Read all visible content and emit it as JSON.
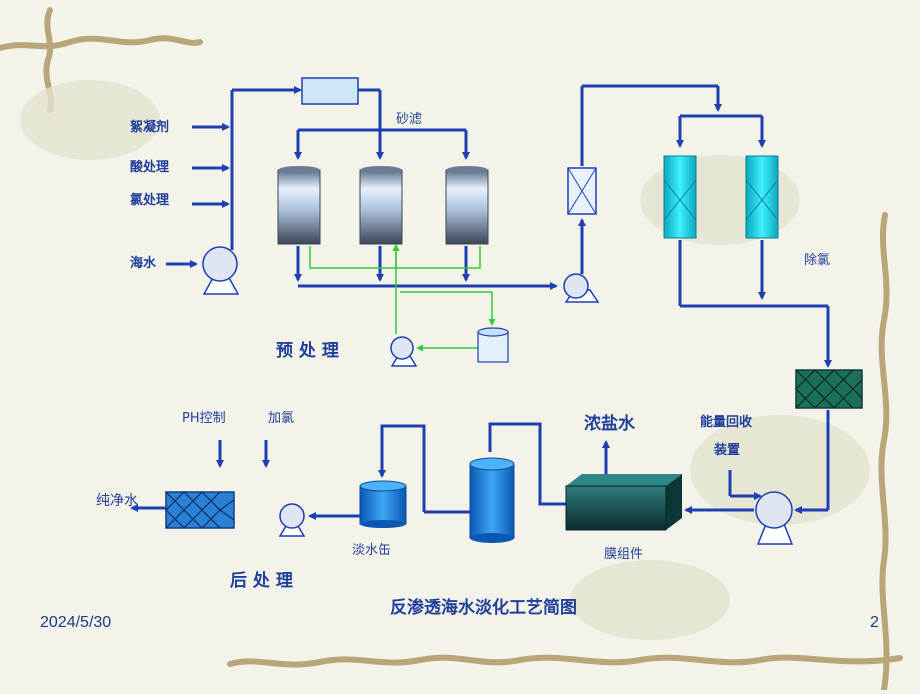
{
  "slide": {
    "date": "2024/5/30",
    "page_number": "2",
    "title": "反渗透海水淡化工艺简图"
  },
  "pretreatment": {
    "section_label": "预 处 理",
    "inputs": [
      "絮凝剂",
      "酸处理",
      "氯处理"
    ],
    "seawater_label": "海水",
    "sand_filter_label": "砂滤",
    "dechlorination_label": "除氯"
  },
  "posttreatment": {
    "section_label": "后 处 理",
    "ph_control_label": "PH控制",
    "chlorination_label": "加氯",
    "pure_water_label": "纯净水",
    "fresh_water_tank_label": "淡水缶"
  },
  "membrane": {
    "brine_label": "浓盐水",
    "energy_recovery_label_1": "能量回收",
    "energy_recovery_label_2": "装置",
    "module_label": "膜组件"
  },
  "colors": {
    "pipe": "#1e3fb4",
    "backwash": "#33cc33",
    "filter_body": "#8aa6cf",
    "cyan_filter": "#19c7d8",
    "membrane": "#1c5a5a",
    "tank_blue": "#1f7ad8"
  }
}
